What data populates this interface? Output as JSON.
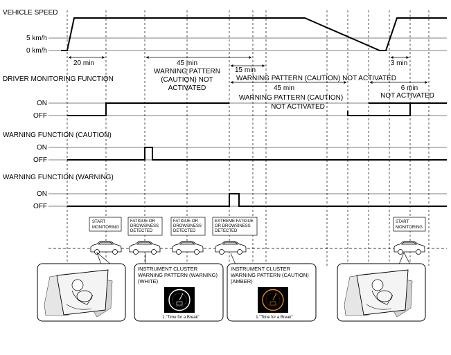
{
  "sections": {
    "vehicle_speed": {
      "title": "VEHICLE SPEED",
      "levels": [
        "5 km/h",
        "0 km/h"
      ]
    },
    "driver_monitoring": {
      "title": "DRIVER MONITORING  FUNCTION",
      "levels": [
        "ON",
        "OFF"
      ]
    },
    "warning_caution": {
      "title": "WARNING FUNCTION (CAUTION)",
      "levels": [
        "ON",
        "OFF"
      ]
    },
    "warning_warning": {
      "title": "WARNING FUNCTION (WARNING)",
      "levels": [
        "ON",
        "OFF"
      ]
    }
  },
  "intervals": {
    "i20": "20 min",
    "i45a": "45 min",
    "i45a_desc": [
      "WARNING PATTERN",
      "(CAUTION) NOT",
      "ACTIVATED"
    ],
    "i15": "15 min",
    "long_desc": "WARNING PATTERN (CAUTION)  NOT ACTIVATED",
    "i45b": "45 min",
    "i45b_desc": [
      "WARNING PATTERN (CAUTION)",
      "NOT ACTIVATED"
    ],
    "i3": "3 min",
    "i6": "6 min",
    "i6_desc": "NOT ACTIVATED"
  },
  "events": [
    [
      "START",
      "MONITORING"
    ],
    [
      "FATIGUE OR",
      "DROWSINESS",
      "DETECTED"
    ],
    [
      "FATIGUE OR",
      "DROWSINESS",
      "DETECTED"
    ],
    [
      "EXTREME FATIGUE",
      "OR DROWSINESS",
      "DETECTED"
    ],
    [
      "START",
      "MONITORING"
    ]
  ],
  "panels": {
    "warning": {
      "title": [
        "INSTRUMENT CLUSTER",
        "WARNING PATTERN (WARNING)",
        "(WHITE)"
      ],
      "caption": "1.\"Time for a Break\""
    },
    "caution": {
      "title": [
        "INSTRUMENT CLUSTER",
        "WARNING PATTERN (CAUTION)",
        "(AMBER)"
      ],
      "caption": "1.\"Time for a Break\""
    }
  },
  "colors": {
    "line": "#000000",
    "gauge_white": "#ffffff",
    "gauge_amber": "#e8891a"
  }
}
